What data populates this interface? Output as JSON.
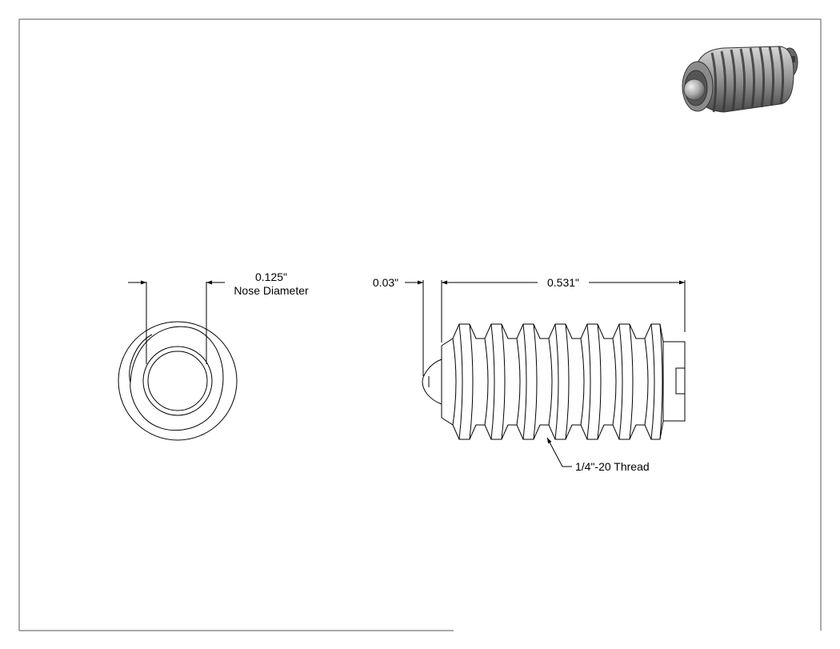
{
  "drawing": {
    "end_view": {
      "dimension_value": "0.125\"",
      "dimension_label": "Nose Diameter"
    },
    "side_view": {
      "nose_dimension": "0.03\"",
      "length_dimension": "0.531\"",
      "thread_callout": "1/4\"-20 Thread"
    },
    "preview": {
      "icon": "ball-plunger-3d-icon"
    },
    "colors": {
      "line": "#000000",
      "border": "#555555",
      "part_dark": "#5a5a5a",
      "part_light": "#c8c8c8"
    }
  }
}
